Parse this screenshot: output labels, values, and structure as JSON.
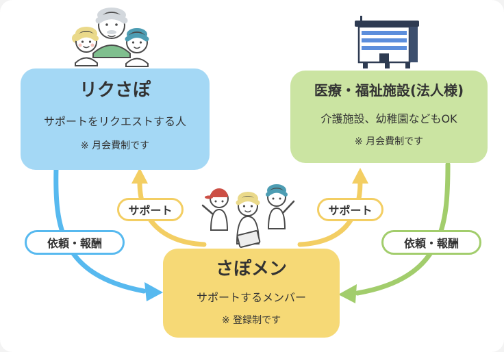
{
  "diagram": {
    "boxes": {
      "requesters": {
        "title": "リクさぽ",
        "subtitle": "サポートをリクエストする人",
        "note": "※ 月会費制です"
      },
      "facilities": {
        "title": "医療・福祉施設(法人様)",
        "subtitle": "介護施設、幼稚園などもOK",
        "note": "※ 月会費制です"
      },
      "supporters": {
        "title": "さぽメン",
        "subtitle": "サポートするメンバー",
        "note": "※ 登録制です"
      }
    },
    "labels": {
      "request_reward_left": "依頼・報酬",
      "support_left": "サポート",
      "support_right": "サポート",
      "request_reward_right": "依頼・報酬"
    },
    "icons": {
      "family": "family-illustration",
      "building": "building-icon",
      "members": "members-illustration"
    }
  },
  "colors": {
    "box-blue": "#A4D8F5",
    "box-green": "#CBE4A2",
    "box-yellow": "#F6D976",
    "arrow-blue": "#57B9EF",
    "arrow-yellow": "#F3CE63",
    "arrow-green": "#A2CD6C",
    "text-dark": "#333333"
  }
}
